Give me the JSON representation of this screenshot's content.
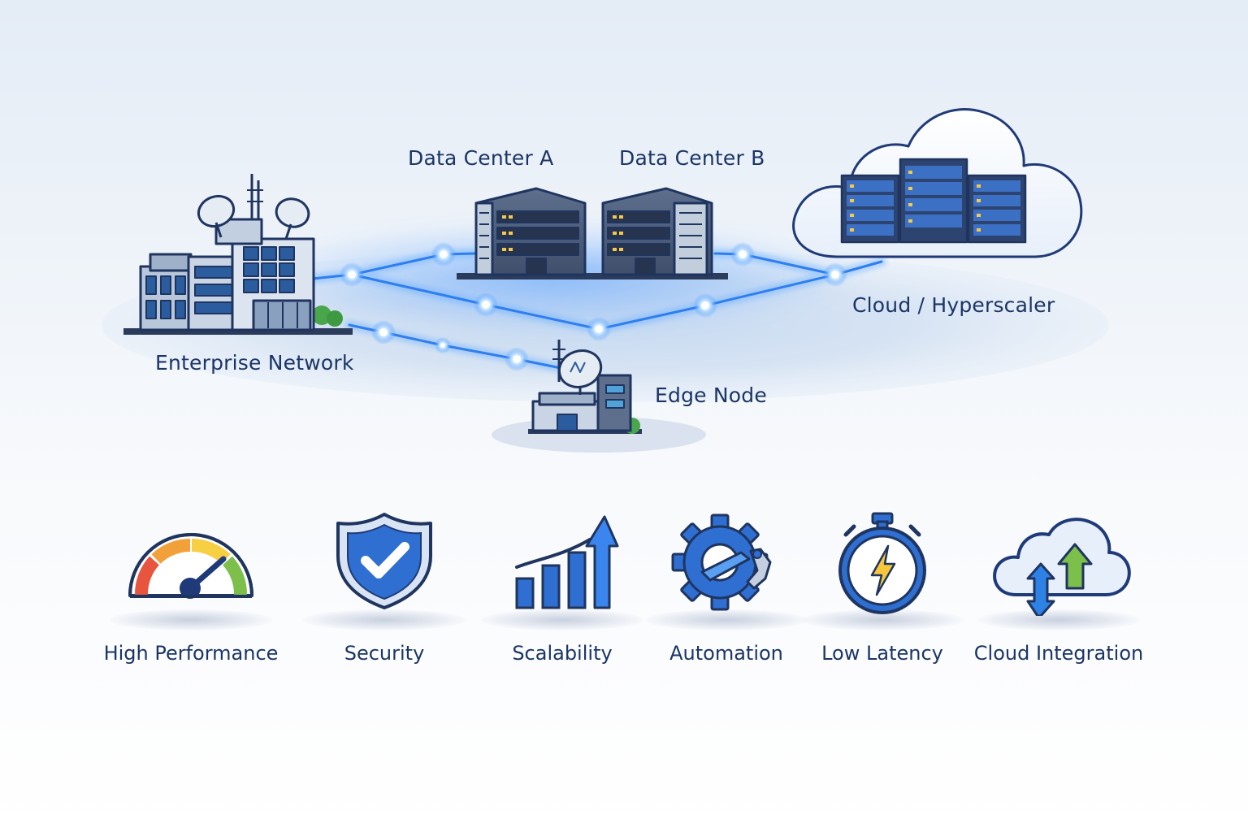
{
  "nodes": {
    "enterprise": "Enterprise Network",
    "dc_a": "Data Center A",
    "dc_b": "Data Center B",
    "cloud": "Cloud / Hyperscaler",
    "edge": "Edge Node"
  },
  "features": [
    {
      "label": "High Performance",
      "icon": "speedometer-icon"
    },
    {
      "label": "Security",
      "icon": "shield-check-icon"
    },
    {
      "label": "Scalability",
      "icon": "growth-chart-icon"
    },
    {
      "label": "Automation",
      "icon": "gear-robot-arm-icon"
    },
    {
      "label": "Low Latency",
      "icon": "stopwatch-lightning-icon"
    },
    {
      "label": "Cloud Integration",
      "icon": "cloud-sync-icon"
    }
  ],
  "colors": {
    "accent": "#2f7ef0",
    "navy": "#1b3566",
    "link_glow": "#6fb3ff"
  }
}
